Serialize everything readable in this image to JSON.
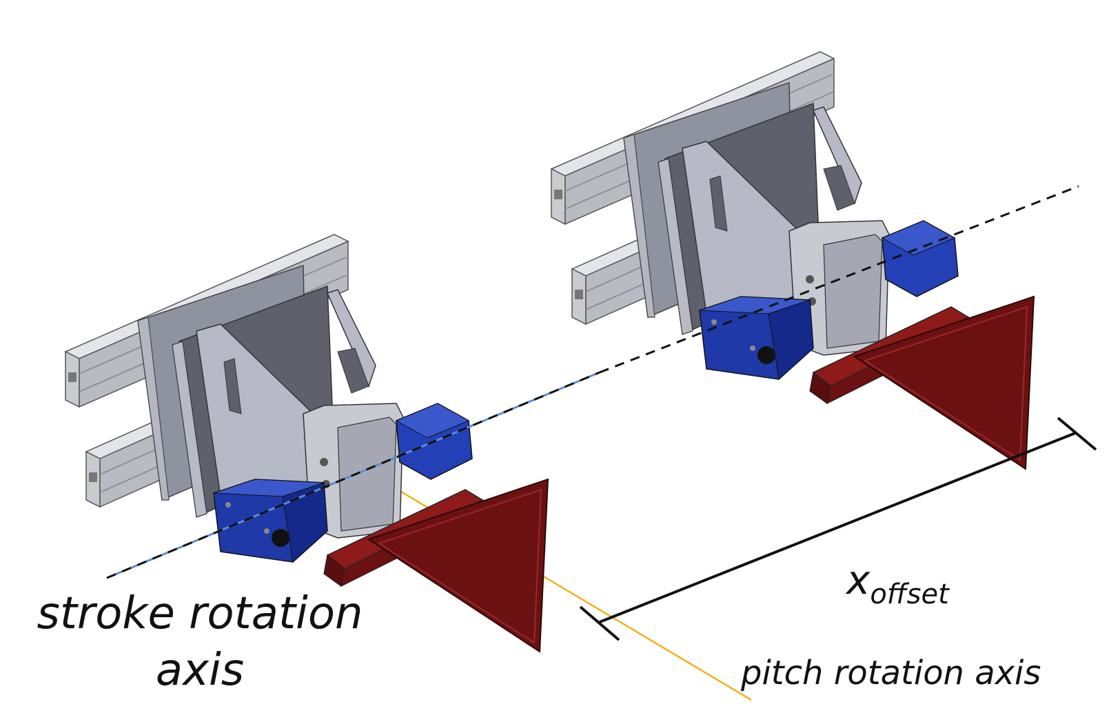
{
  "labels": {
    "stroke_axis_line1": "stroke rotation",
    "stroke_axis_line2": "axis",
    "pitch_axis": "pitch rotation axis",
    "x_offset_main": "x",
    "x_offset_sub": "offset"
  },
  "colors": {
    "rail": "#c6c8ce",
    "rail_dark": "#8d9098",
    "plate": "#9da1ad",
    "plate_dark": "#5e616b",
    "bracket": "#b7bac6",
    "servo_blue": "#1f3aa8",
    "servo_blue_dark": "#0f2270",
    "wing_red": "#6b1111",
    "wing_red_light": "#8e1a1a",
    "stroke_axis": "#5a8bd8",
    "pitch_axis": "#f2b21a",
    "ink": "#111111"
  }
}
